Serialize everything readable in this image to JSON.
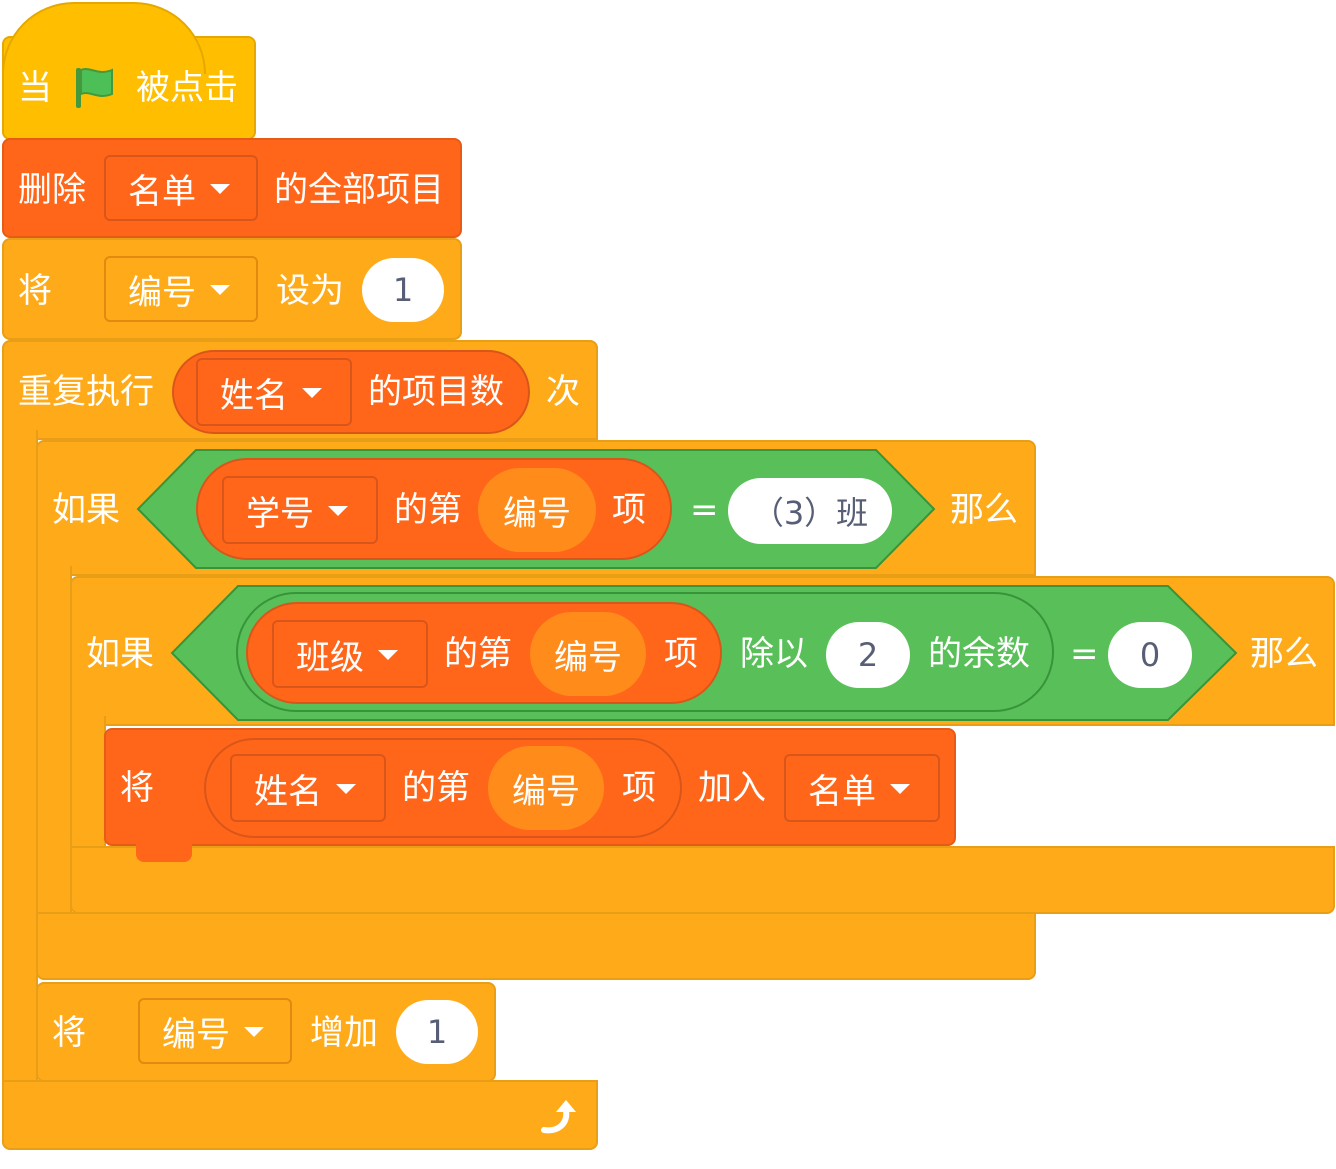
{
  "event": {
    "when": "当",
    "clicked": "被点击",
    "icon": "green-flag-icon"
  },
  "delete_all": {
    "label": "删除",
    "list": "名单",
    "suffix": "的全部项目"
  },
  "set_var": {
    "label": "将",
    "var": "编号",
    "to": "设为",
    "value": "1"
  },
  "repeat": {
    "label": "重复执行",
    "list": "姓名",
    "length": "的项目数",
    "times": "次"
  },
  "if1": {
    "if": "如果",
    "list": "学号",
    "item_of": "的第",
    "index_var": "编号",
    "item": "项",
    "eq": "=",
    "value": "（3）班",
    "then": "那么"
  },
  "if2": {
    "if": "如果",
    "list": "班级",
    "item_of": "的第",
    "index_var": "编号",
    "item": "项",
    "mod": "除以",
    "divisor": "2",
    "remainder": "的余数",
    "eq": "=",
    "value": "0",
    "then": "那么"
  },
  "add_item": {
    "label": "将",
    "list": "姓名",
    "item_of": "的第",
    "index_var": "编号",
    "item": "项",
    "add_to": "加入",
    "target": "名单"
  },
  "change_var": {
    "label": "将",
    "var": "编号",
    "by": "增加",
    "value": "1"
  },
  "colors": {
    "events": "#FFBF00",
    "control": "#FFAB19",
    "lists": "#FF661A",
    "variables": "#FF8C1A",
    "operators": "#59C059"
  }
}
